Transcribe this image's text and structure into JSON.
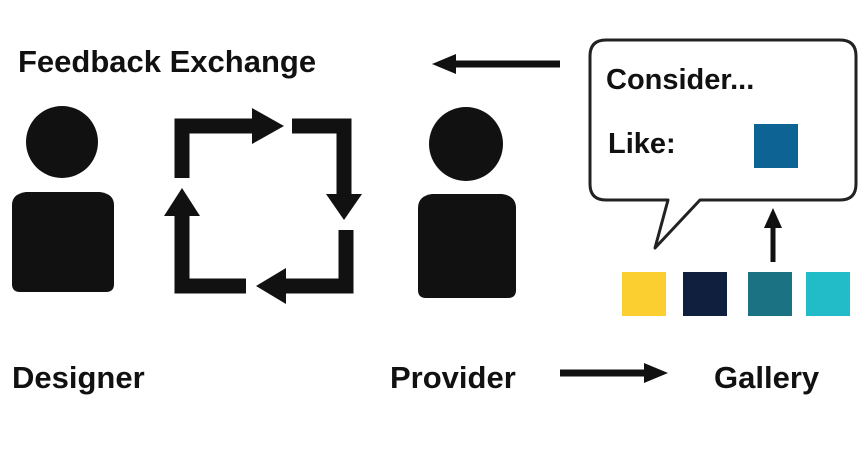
{
  "title": "Feedback Exchange",
  "roles": {
    "designer": "Designer",
    "provider": "Provider",
    "gallery": "Gallery"
  },
  "bubble": {
    "line1": "Consider...",
    "line2": "Like:",
    "selected_color": "#0d6494"
  },
  "gallery_swatches": [
    "#fbcf2f",
    "#0f1f3d",
    "#1b7283",
    "#21bcc8"
  ],
  "colors": {
    "ink": "#111111",
    "bubble_border": "#222222"
  },
  "icons": [
    "person-icon",
    "cycle-arrows-icon",
    "speech-bubble-icon",
    "arrow-icon"
  ]
}
